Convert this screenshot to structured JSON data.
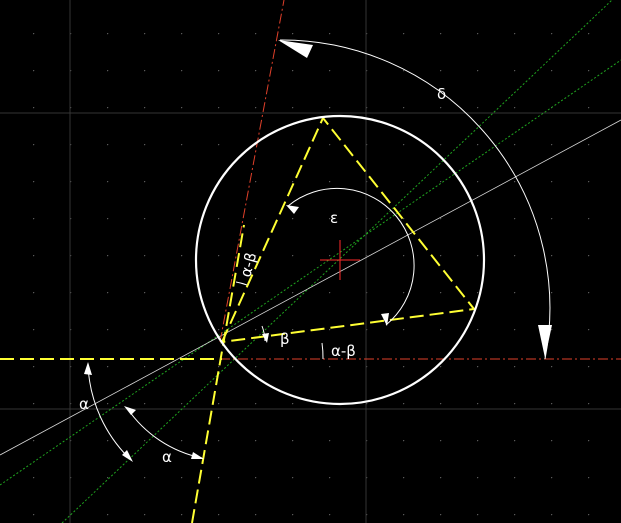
{
  "colors": {
    "background": "#000000",
    "grid": "#5a5a5a",
    "grid_major": "#3a3a3a",
    "construction_green": "#1fa31f",
    "construction_white": "#d8d8d8",
    "yellow_dashed": "#ffff33",
    "red_dashdot": "#e0402a",
    "circle": "#ffffff",
    "dimension": "#ffffff",
    "center_mark": "#ff2a2a"
  },
  "labels": {
    "delta": "δ",
    "epsilon": "ε",
    "beta": "β",
    "alpha_minus_beta_left": "α-β",
    "alpha_minus_beta_bottom": "α-β",
    "alpha_left": "α",
    "alpha_bottom": "α"
  }
}
